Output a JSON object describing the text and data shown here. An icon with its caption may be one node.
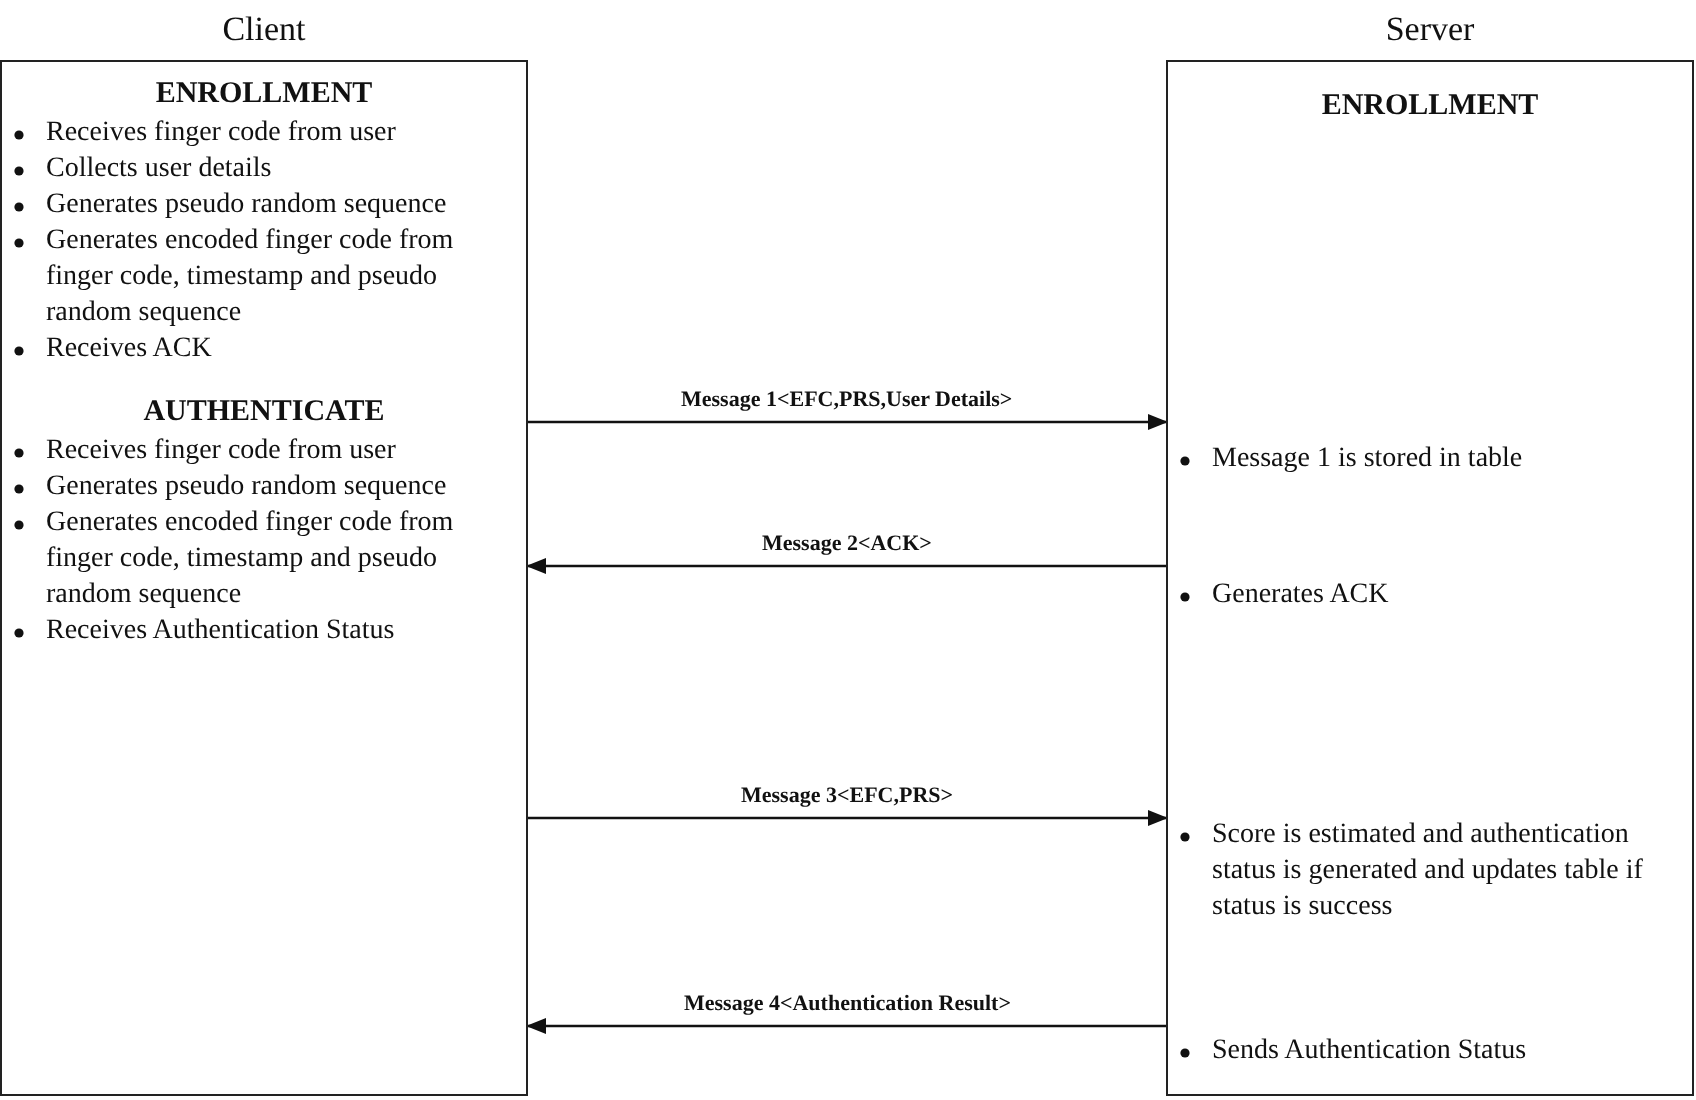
{
  "diagram": {
    "nodes": [
      {
        "text": [
          "ENROLLMENT",
          "Receives finger code from user",
          "Collects user details",
          "Generates pseudo random sequence",
          "Generates encoded finger code from finger code, timestamp and pseudo random sequence",
          "Receives ACK",
          "AUTHENTICATE",
          "Receives finger code from user",
          "Generates pseudo random sequence",
          "Generates encoded finger code from finger code, timestamp and pseudo random sequence",
          "Receives Authentication Status"
        ],
        "beside": [
          "Client"
        ]
      },
      {
        "text": [
          "ENROLLMENT",
          "Message 1 is stored in table",
          "Generates ACK",
          "Score is estimated and authentication status is generated and updates table if status is success",
          "Sends Authentication Status"
        ],
        "beside": [
          "Server"
        ]
      }
    ],
    "edges": [
      {
        "from": 0,
        "to": 1,
        "arrow": "to",
        "label": "Message 1<EFC,PRS,User Details>"
      },
      {
        "from": 1,
        "to": 0,
        "arrow": "to",
        "label": "Message 2<ACK>"
      },
      {
        "from": 0,
        "to": 1,
        "arrow": "to",
        "label": "Message 3<EFC,PRS>"
      },
      {
        "from": 1,
        "to": 0,
        "arrow": "to",
        "label": "Message 4<Authentication Result>"
      }
    ]
  }
}
